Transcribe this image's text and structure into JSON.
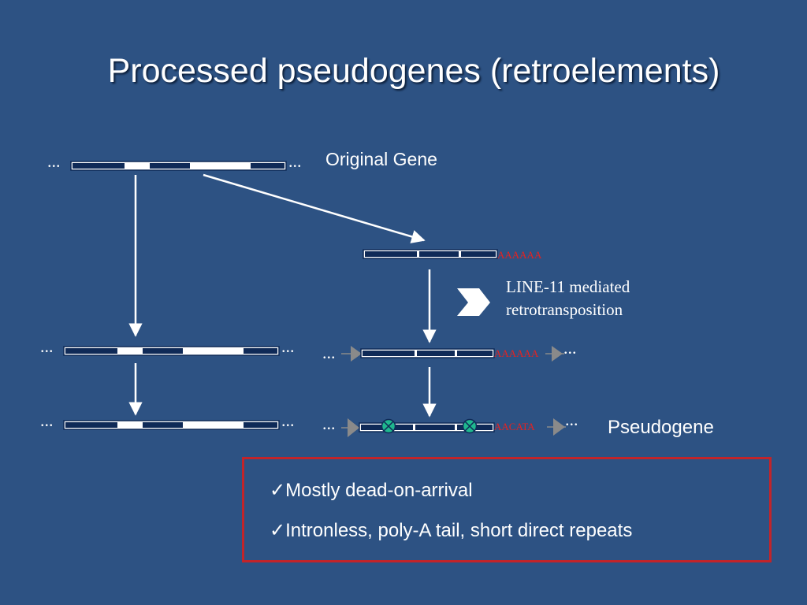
{
  "slide": {
    "title": "Processed pseudogenes (retroelements)"
  },
  "labels": {
    "original_gene": "Original Gene",
    "pseudogene": "Pseudogene",
    "line_mediated_line1": "LINE-11 mediated",
    "line_mediated_line2": "retrotransposition",
    "ellipsis": "..."
  },
  "sequences": {
    "mrna_tail": "AAAAAA",
    "inserted_tail": "AAAAAA",
    "mutated_tail": "AACATA"
  },
  "icons": {
    "arrows": "arrow-down-icon",
    "chevron": "chevron-right-icon",
    "mutation": "mutation-x-icon",
    "direct_repeat": "triangle-repeat-icon"
  },
  "callout": {
    "check_glyph": "✓",
    "bullets": [
      "Mostly dead-on-arrival",
      "Intronless, poly-A tail, short direct repeats"
    ]
  },
  "colors": {
    "background": "#2d5283",
    "exon": "#0f2a57",
    "intron": "#ffffff",
    "tail_text": "#e8211f",
    "callout_border": "#c2242a",
    "mutation_fill": "#1fb88e",
    "triangle": "#8a8a8a"
  }
}
